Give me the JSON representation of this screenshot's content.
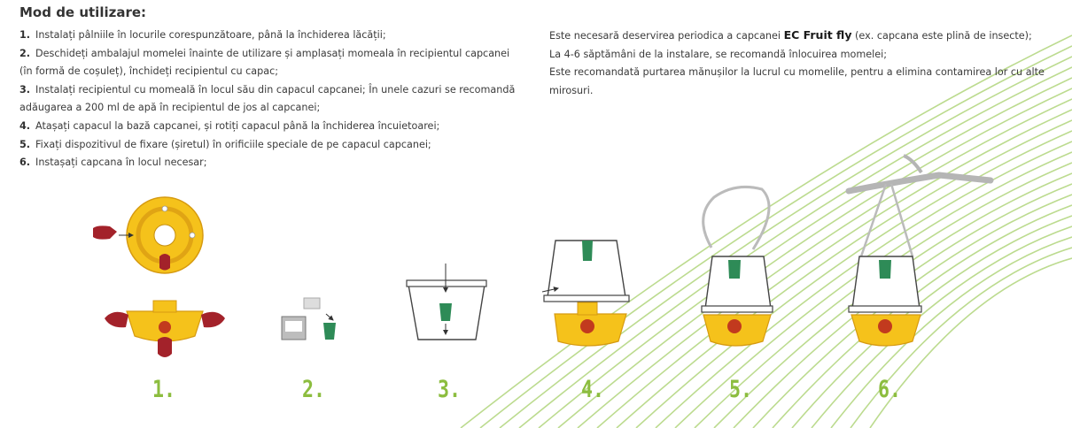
{
  "title": "Mod de utilizare:",
  "steps": [
    {
      "num": "1.",
      "lines": [
        "Instalați pâlniile în locurile corespunzătoare, până la închiderea lăcății;"
      ]
    },
    {
      "num": "2.",
      "lines": [
        "Deschideți ambalajul momelei înainte de utilizare și amplasați momeala în recipientul capcanei",
        "(în formă de coșuleț), închideți recipientul cu capac;"
      ]
    },
    {
      "num": "3.",
      "lines": [
        "Instalați recipientul cu momeală în locul său din capacul capcanei; În unele cazuri se recomandă",
        "adăugarea a 200 ml de apă în recipientul de jos al capcanei;"
      ]
    },
    {
      "num": "4.",
      "lines": [
        "Atașați capacul la bază capcanei, și rotiți capacul până la închiderea încuietoarei;"
      ]
    },
    {
      "num": "5.",
      "lines": [
        "Fixați dispozitivul de fixare (șiretul) în orificiile speciale de pe capacul capcanei;"
      ]
    },
    {
      "num": "6.",
      "lines": [
        "Instașați capcana în locul necesar;"
      ]
    }
  ],
  "notes": {
    "line1_pre": "Este necesară deservirea periodica a capcanei ",
    "line1_brand": "EC Fruit fly",
    "line1_post": " (ex. capcana este plină de insecte);",
    "line2": "La 4-6 săptămâni de la instalare, se recomandă înlocuirea momelei;",
    "line3": "Este recomandată purtarea mănușilor la lucrul cu momelile, pentru a elimina contamirea lor cu alte",
    "line4": "mirosuri."
  },
  "step_numbers": [
    "1.",
    "2.",
    "3.",
    "4.",
    "5.",
    "6."
  ],
  "colors": {
    "accent_green": "#8cbd3f",
    "trap_yellow": "#f5c21b",
    "funnel_red": "#a3222a",
    "bait_green": "#2e8b57",
    "text": "#3b3b3b"
  }
}
